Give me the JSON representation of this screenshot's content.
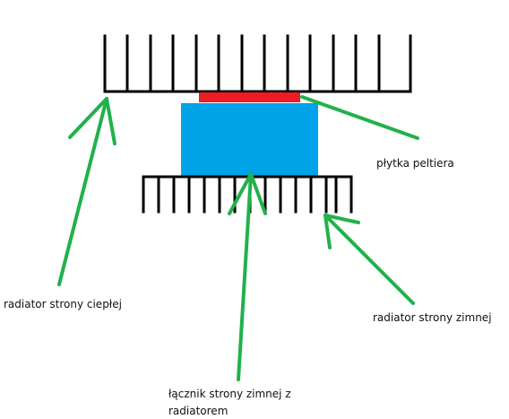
{
  "labels": {
    "hot_heatsink": "radiator strony ciepłej",
    "peltier_plate": "płytka peltiera",
    "cold_heatsink": "radiator strony zimnej",
    "cold_connector_line1": "łącznik strony zimnej z",
    "cold_connector_line2": "radiatorem"
  },
  "colors": {
    "heatsink": "#000000",
    "peltier": "#ed1c24",
    "connector_block": "#00a2e8",
    "arrow": "#22b14c",
    "text": "#111111"
  }
}
